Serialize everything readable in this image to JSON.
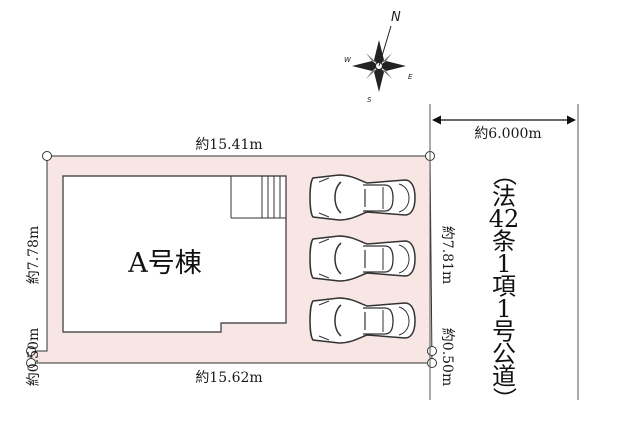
{
  "compass": {
    "north": "N",
    "east": "E",
    "south": "S",
    "west": "W"
  },
  "lot": {
    "top_width": "約15.41m",
    "bottom_width": "約15.62m",
    "left_depth": "約7.78m",
    "left_setback": "約0.50m",
    "right_depth": "約7.81m",
    "right_setback": "約0.50m"
  },
  "building": {
    "label": "A号棟"
  },
  "parking": {
    "car_count": 3
  },
  "road": {
    "width": "約6.000m",
    "label_chars": [
      "（",
      "法",
      "42",
      "条",
      "1",
      "項",
      "1",
      "号",
      "公",
      "道",
      "）"
    ]
  },
  "colors": {
    "lot_fill": "#f7e6e3",
    "line": "#333333",
    "road_line": "#555555"
  }
}
